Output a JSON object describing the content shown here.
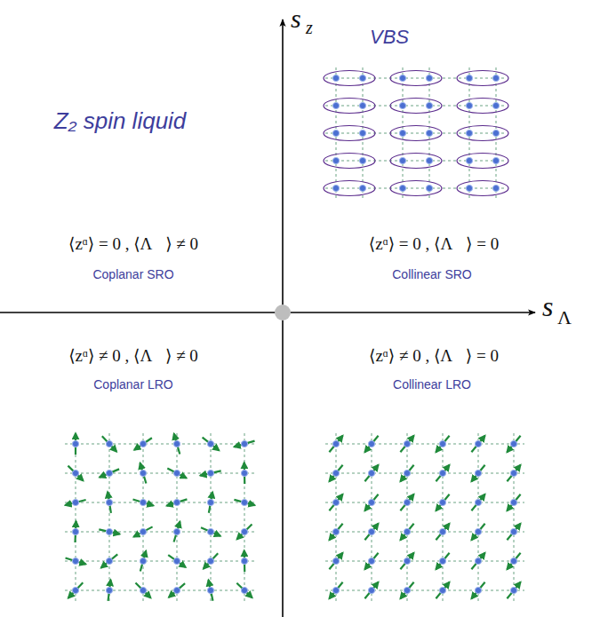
{
  "diagram": {
    "labels": [
      "s",
      "z",
      "VBS",
      "Z₂ spin liquid",
      "⟨zᵅ⟩ = 0   ,   ⟨Λ⃗⟩ ≠ 0",
      "⟨zᵅ⟩ = 0   ,   ⟨Λ⃗⟩ = 0",
      "Coplanar SRO",
      "Collinear SRO",
      "s",
      "Λ",
      "⟨zᵅ⟩ ≠ 0   ,   ⟨Λ⃗⟩ ≠ 0",
      "⟨zᵅ⟩ ≠ 0   ,   ⟨Λ⃗⟩ = 0",
      "Coplanar LRO",
      "Collinear LRO"
    ]
  }
}
